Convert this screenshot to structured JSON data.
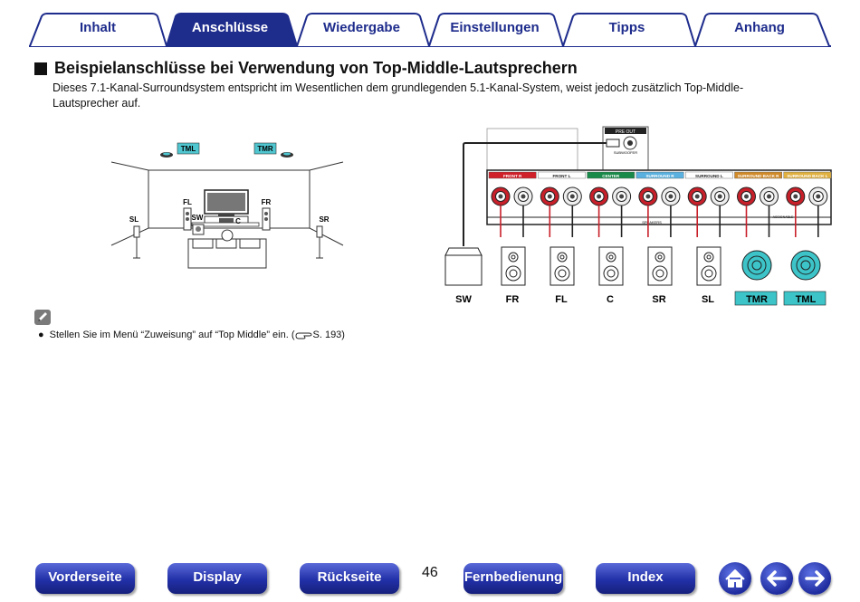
{
  "tabs": [
    {
      "label": "Inhalt",
      "active": false
    },
    {
      "label": "Anschlüsse",
      "active": true
    },
    {
      "label": "Wiedergabe",
      "active": false
    },
    {
      "label": "Einstellungen",
      "active": false
    },
    {
      "label": "Tipps",
      "active": false
    },
    {
      "label": "Anhang",
      "active": false
    }
  ],
  "section": {
    "title": "Beispielanschlüsse bei Verwendung von Top-Middle-Lautsprechern",
    "intro": "Dieses 7.1-Kanal-Surroundsystem entspricht im Wesentlichen dem grundlegenden 5.1-Kanal-System, weist jedoch zusätzlich Top-Middle-Lautsprecher auf."
  },
  "room_diagram": {
    "tml": "TML",
    "tmr": "TMR",
    "fl": "FL",
    "fr": "FR",
    "sw": "SW",
    "c": "C",
    "sl": "SL",
    "sr": "SR"
  },
  "connection_diagram": {
    "pre_out": "PRE OUT",
    "subwoofer": "SUBWOOFER",
    "speakers": "SPEAKERS",
    "assignable": "ASSIGNABLE",
    "terminal_groups": [
      {
        "label": "FRONT R",
        "color": "#d0202a"
      },
      {
        "label": "FRONT L",
        "color": "#ffffff"
      },
      {
        "label": "CENTER",
        "color": "#1a8a4a"
      },
      {
        "label": "SURROUND R",
        "color": "#5ab0de"
      },
      {
        "label": "SURROUND L",
        "color": "#ffffff"
      },
      {
        "label": "SURROUND BACK R",
        "color": "#d08a2a"
      },
      {
        "label": "SURROUND BACK L",
        "color": "#e0b040"
      }
    ],
    "speakers_row": [
      "SW",
      "FR",
      "FL",
      "C",
      "SR",
      "SL",
      "TMR",
      "TML"
    ],
    "highlight_color": "#3cc4c8"
  },
  "note": {
    "bullet": "●",
    "text": "Stellen Sie im Menü “Zuweisung” auf “Top Middle” ein.  (",
    "ref": "S. 193)"
  },
  "footer": {
    "buttons": [
      "Vorderseite",
      "Display",
      "Rückseite",
      "Fernbedienung",
      "Index"
    ],
    "page_number": "46"
  },
  "colors": {
    "nav_blue": "#1e2c8c",
    "accent_red": "#d0202a"
  }
}
